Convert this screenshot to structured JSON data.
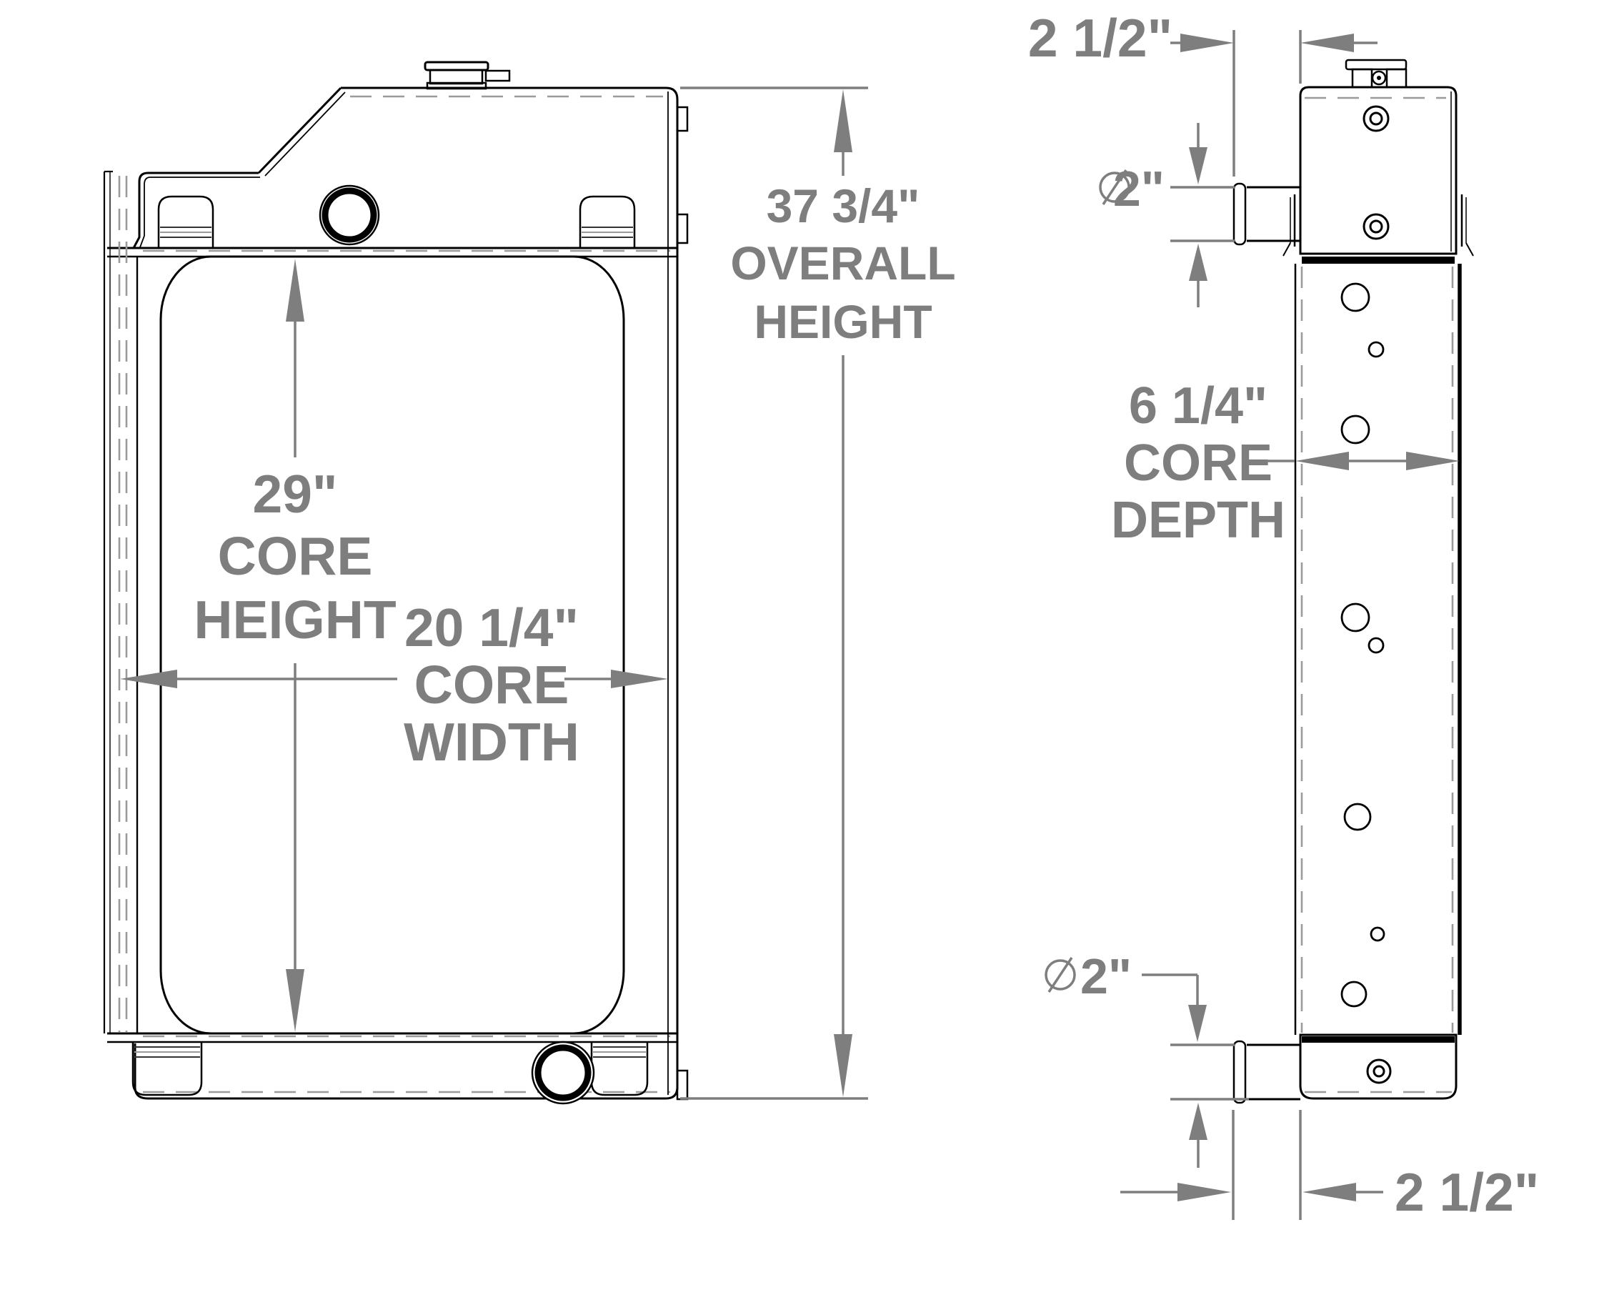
{
  "palette": {
    "background": "#ffffff",
    "part_line": "#000000",
    "dimension": "#7e7e7e",
    "centerline": "#9b9b9b"
  },
  "front_view": {
    "overall_height": {
      "line1": "37 3/4\"",
      "line2": "OVERALL",
      "line3": "HEIGHT"
    },
    "core_height": {
      "line1": "29\"",
      "line2": "CORE",
      "line3": "HEIGHT"
    },
    "core_width": {
      "line1": "20 1/4\"",
      "line2": "CORE",
      "line3": "WIDTH"
    }
  },
  "side_view": {
    "top_hose_offset": {
      "label": "2 1/2\""
    },
    "top_hose_diameter": {
      "label": "2\""
    },
    "core_depth": {
      "line1": "6 1/4\"",
      "line2": "CORE",
      "line3": "DEPTH"
    },
    "bottom_hose_diameter": {
      "label": "2\""
    },
    "bottom_hose_offset": {
      "label": "2 1/2\""
    }
  }
}
